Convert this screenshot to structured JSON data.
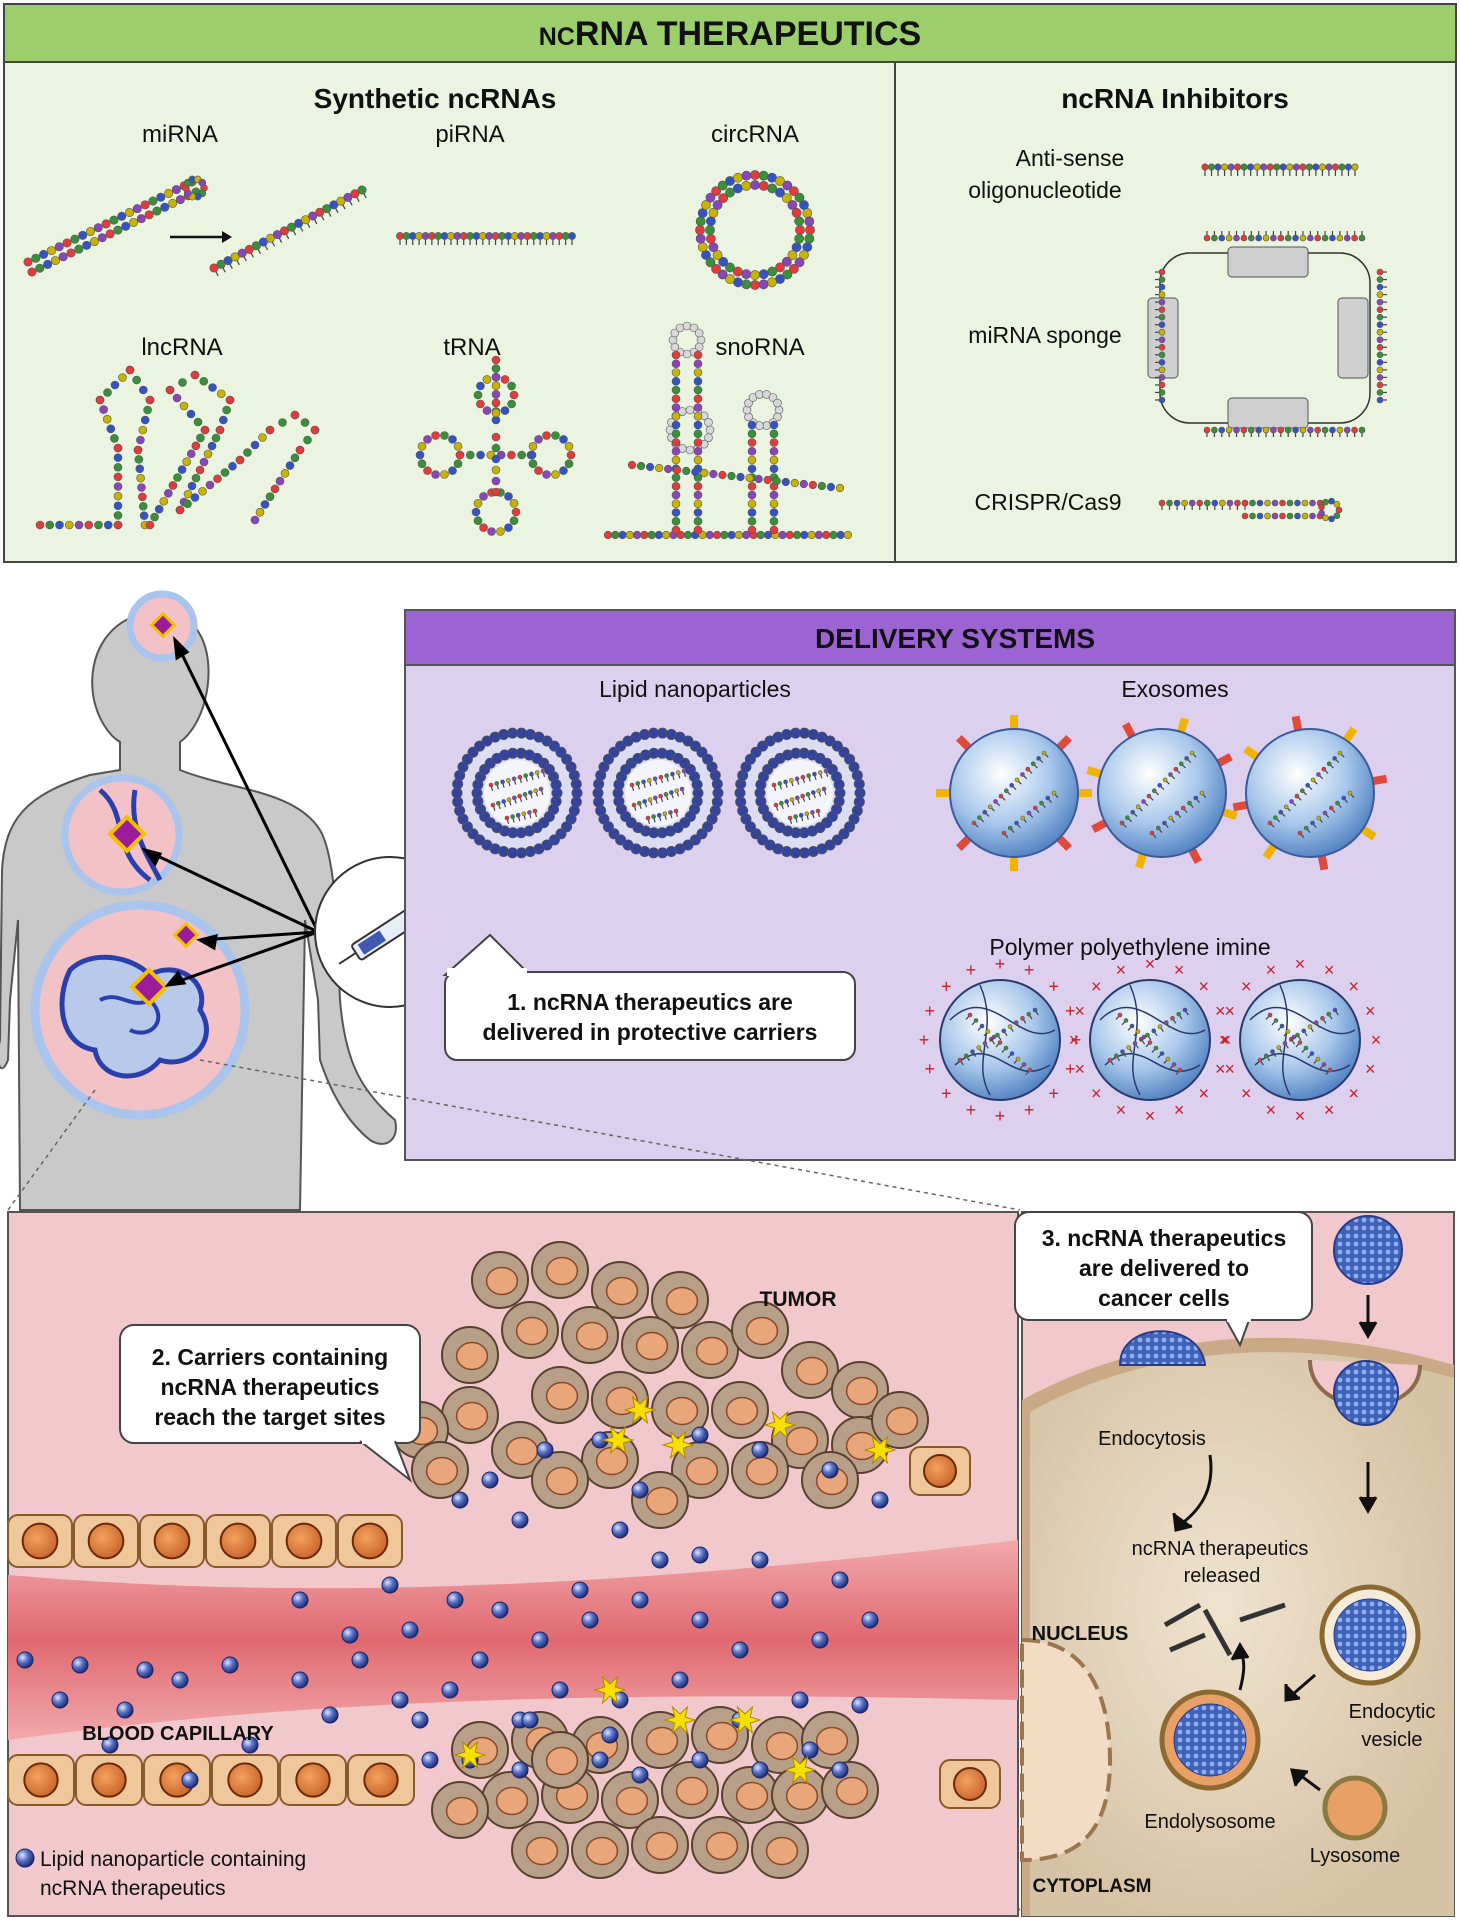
{
  "header": {
    "title_prefix": "NC",
    "title_rest": "RNA THERAPEUTICS",
    "background_color": "#9ccf6c",
    "panel_color": "#eaf4e1"
  },
  "synthetic": {
    "title": "Synthetic ncRNAs",
    "items": [
      {
        "label": "miRNA"
      },
      {
        "label": "piRNA"
      },
      {
        "label": "circRNA"
      },
      {
        "label": "lncRNA"
      },
      {
        "label": "tRNA"
      },
      {
        "label": "snoRNA"
      }
    ]
  },
  "inhibitors": {
    "title": "ncRNA Inhibitors",
    "antisense_line1": "Anti-sense",
    "antisense_line2": "oligonucleotide",
    "sponge": "miRNA sponge",
    "crispr": "CRISPR/Cas9"
  },
  "delivery": {
    "title": "DELIVERY SYSTEMS",
    "header_color": "#9b64d2",
    "panel_color": "#ddd0ee",
    "lipid": "Lipid nanoparticles",
    "exosomes": "Exosomes",
    "polymer": "Polymer polyethylene imine"
  },
  "callouts": {
    "c1_line1": "1. ncRNA therapeutics are",
    "c1_line2": "delivered in protective carriers",
    "c2_line1": "2. Carriers containing",
    "c2_line2": "ncRNA therapeutics",
    "c2_line3": "reach the target sites",
    "c3_line1": "3. ncRNA therapeutics",
    "c3_line2": "are delivered to",
    "c3_line3": "cancer cells"
  },
  "tumor": {
    "tumor_label": "TUMOR",
    "capillary_label": "BLOOD CAPILLARY",
    "legend_line1": "Lipid nanoparticle containing",
    "legend_line2": "ncRNA therapeutics"
  },
  "cell": {
    "endocytosis": "Endocytosis",
    "released_line1": "ncRNA therapeutics",
    "released_line2": "released",
    "nucleus": "NUCLEUS",
    "vesicle_line1": "Endocytic",
    "vesicle_line2": "vesicle",
    "endolysosome": "Endolysosome",
    "lysosome": "Lysosome",
    "cytoplasm": "CYTOPLASM"
  }
}
